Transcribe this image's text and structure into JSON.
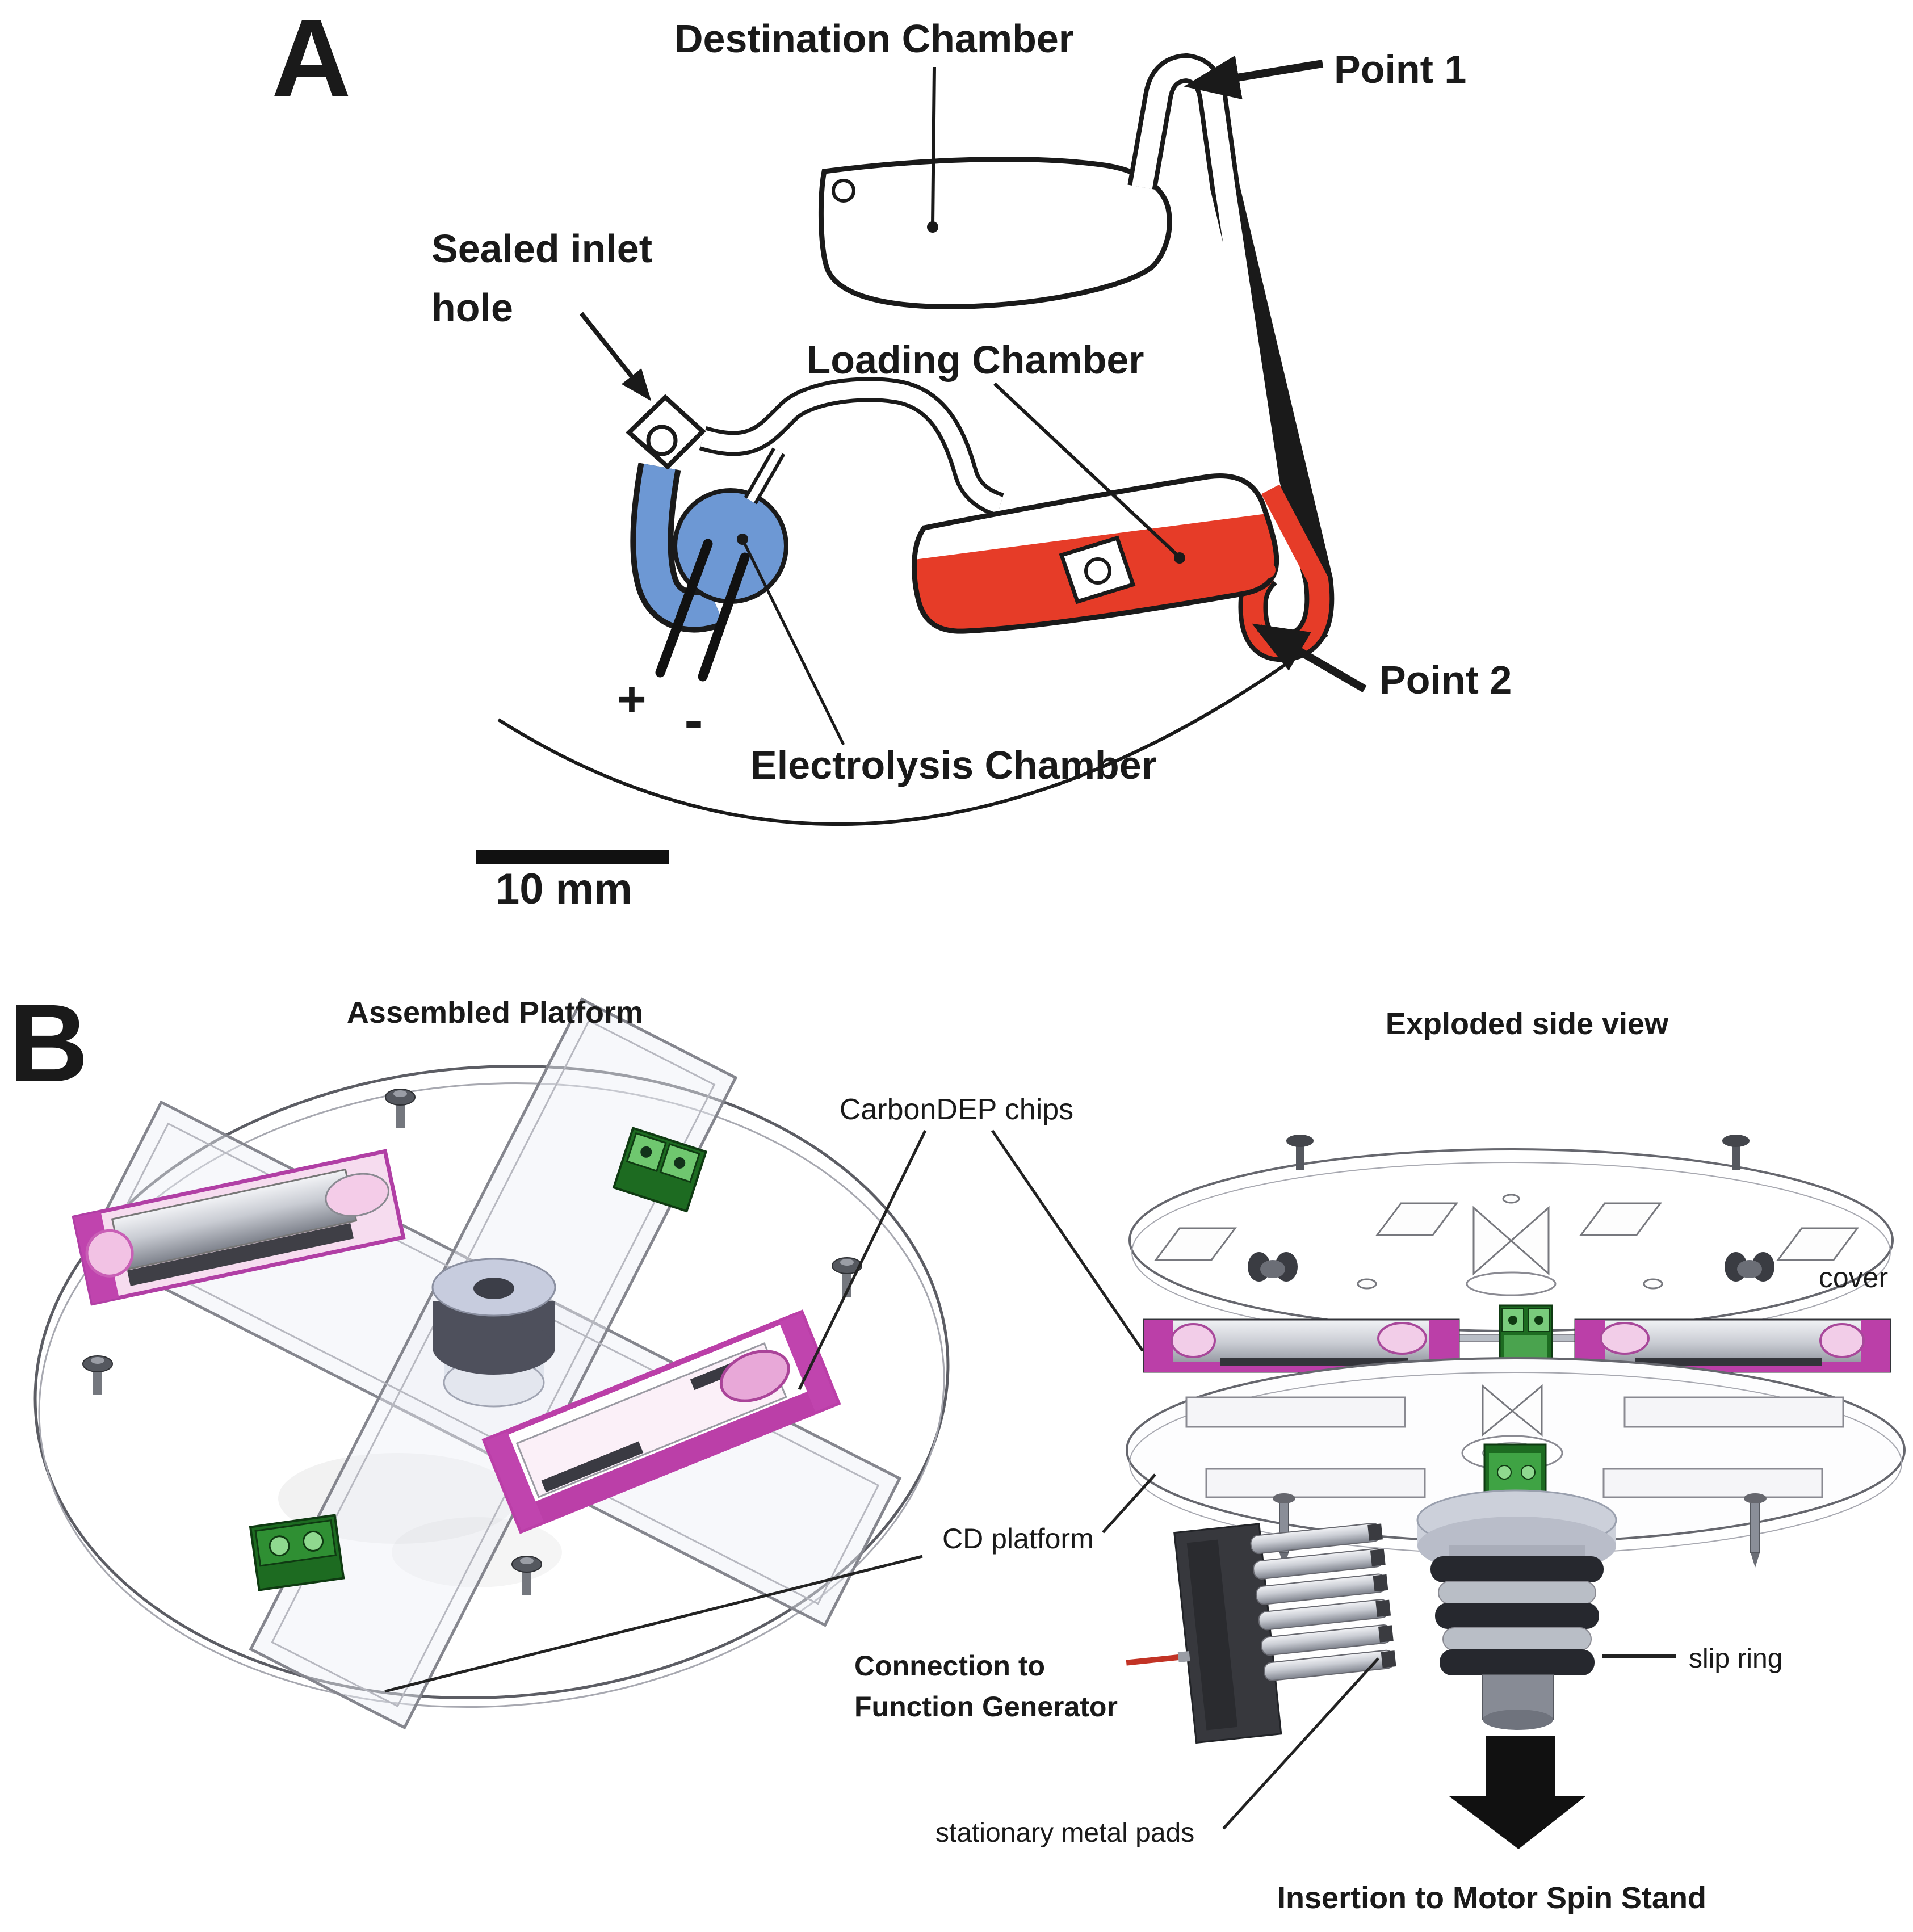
{
  "figure": {
    "panel_a": {
      "tag": "A",
      "labels": {
        "destination_chamber": "Destination Chamber",
        "point_1": "Point 1",
        "sealed_inlet_line1": "Sealed inlet",
        "sealed_inlet_line2": "hole",
        "loading_chamber": "Loading Chamber",
        "electrolysis_chamber": "Electrolysis Chamber",
        "point_2": "Point 2",
        "electrode_positive": "+",
        "electrode_negative": "-",
        "scale_bar": "10 mm"
      },
      "colors": {
        "liquid_red": "#e63c28",
        "liquid_blue": "#6d98d4",
        "outline": "#1a1a1a"
      }
    },
    "panel_b": {
      "tag": "B",
      "titles": {
        "left": "Assembled Platform",
        "right": "Exploded side view"
      },
      "labels": {
        "carbondep_chips": "CarbonDEP chips",
        "cover": "cover",
        "cd_platform": "CD platform",
        "connection_line1": "Connection to",
        "connection_line2": "Function Generator",
        "slip_ring": "slip ring",
        "stationary_metal_pads": "stationary metal pads",
        "insertion": "Insertion to Motor Spin Stand"
      },
      "colors": {
        "chip_magenta": "#bb3fa8",
        "chip_pink": "#f2cde8",
        "terminal_green": "#1d6b21",
        "terminal_green_light": "#6fc76f",
        "metal_grey": "#b9bec6",
        "slipring_dark": "#26282e",
        "hub_top": "#c7ccde"
      }
    }
  }
}
